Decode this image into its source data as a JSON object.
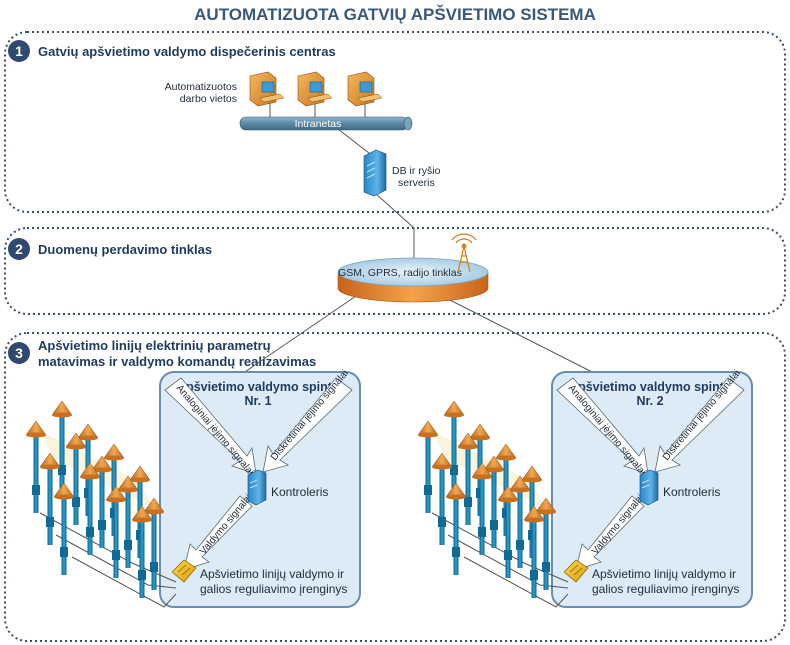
{
  "title": "AUTOMATIZUOTA GATVIŲ APŠVIETIMO SISTEMA",
  "sections": [
    {
      "number": "1",
      "label": "Gatvių apšvietimo valdymo dispečerinis centras"
    },
    {
      "number": "2",
      "label": "Duomenų perdavimo tinklas"
    },
    {
      "number": "3",
      "label_line1": "Apšvietimo linijų elektrinių parametrų",
      "label_line2": "matavimas ir valdymo komandų realizavimas"
    }
  ],
  "workstations_label_line1": "Automatizuotos",
  "workstations_label_line2": "darbo vietos",
  "intranet_label": "Intranetas",
  "server_label_line1": "DB ir ryšio",
  "server_label_line2": "serveris",
  "network_label": "GSM, GPRS, radijo tinklas",
  "cabinets": [
    {
      "title_line1": "Apšvietimo valdymo spinta",
      "title_line2": "Nr. 1",
      "analog_label": "Analoginiai įėjimo signalai",
      "discrete_label": "Diskretiniai įėjimo signalai",
      "control_label": "Valdymo signalai",
      "controller_label": "Kontroleris",
      "device_line1": "Apšvietimo linijų valdymo ir",
      "device_line2": "galios reguliavimo įrenginys"
    },
    {
      "title_line1": "Apšvietimo valdymo spinta",
      "title_line2": "Nr. 2",
      "analog_label": "Analoginiai įėjimo signalai",
      "discrete_label": "Diskretiniai įėjimo signalai",
      "control_label": "Valdymo signalai",
      "controller_label": "Kontroleris",
      "device_line1": "Apšvietimo linijų valdymo ir",
      "device_line2": "galios reguliavimo įrenginys"
    }
  ],
  "colors": {
    "title": "#3a5878",
    "section_border": "#3a4e68",
    "badge": "#2f4a6e",
    "cabinet_fill": "#dcebf6",
    "cabinet_border": "#6a8db0",
    "lamp_cap": "#d98a2a",
    "lamp_pole": "#1e88b8",
    "network_top": "#c8e0f0",
    "network_side": "#e8892a"
  }
}
